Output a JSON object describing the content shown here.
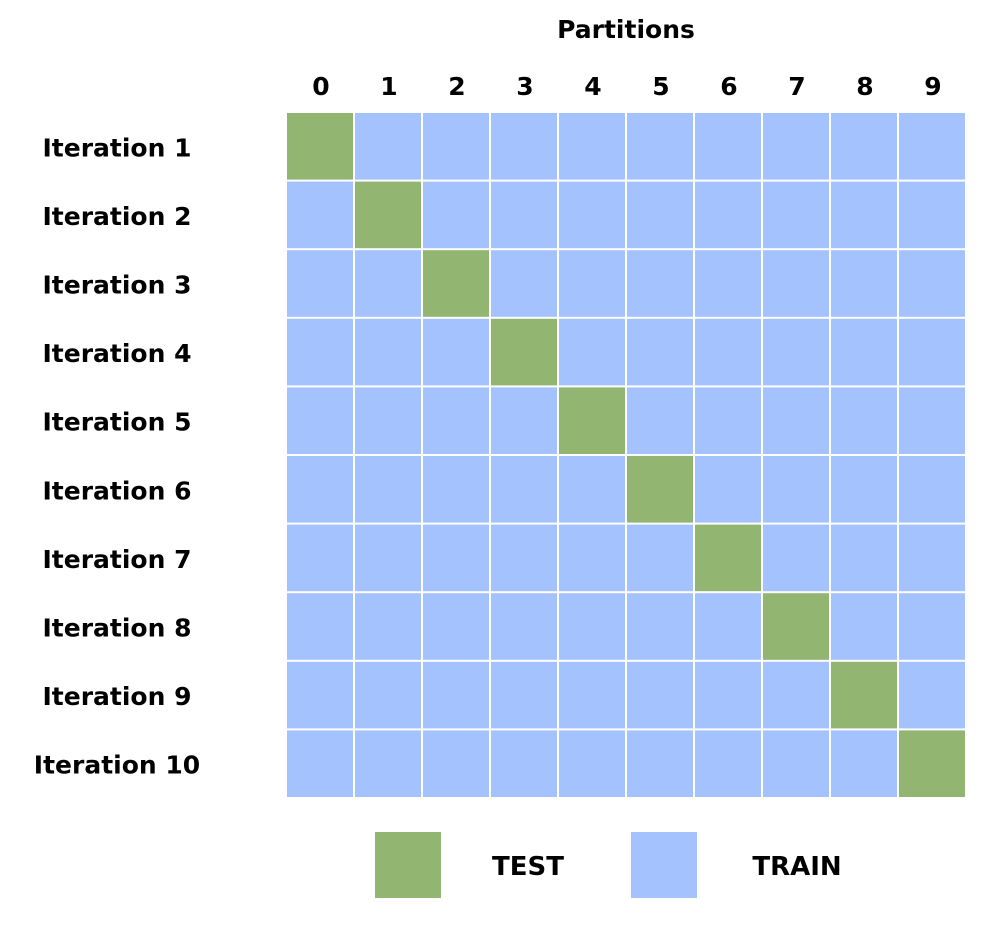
{
  "chart_data": {
    "type": "heatmap",
    "title": "Partitions",
    "columns": [
      "0",
      "1",
      "2",
      "3",
      "4",
      "5",
      "6",
      "7",
      "8",
      "9"
    ],
    "rows": [
      "Iteration 1",
      "Iteration 2",
      "Iteration 3",
      "Iteration 4",
      "Iteration 5",
      "Iteration 6",
      "Iteration 7",
      "Iteration 8",
      "Iteration 9",
      "Iteration 10"
    ],
    "test_partition_by_row": [
      0,
      1,
      2,
      3,
      4,
      5,
      6,
      7,
      8,
      9
    ],
    "legend": [
      {
        "key": "test",
        "label": "TEST",
        "color": "#93b572"
      },
      {
        "key": "train",
        "label": "TRAIN",
        "color": "#a4c2fd"
      }
    ]
  }
}
